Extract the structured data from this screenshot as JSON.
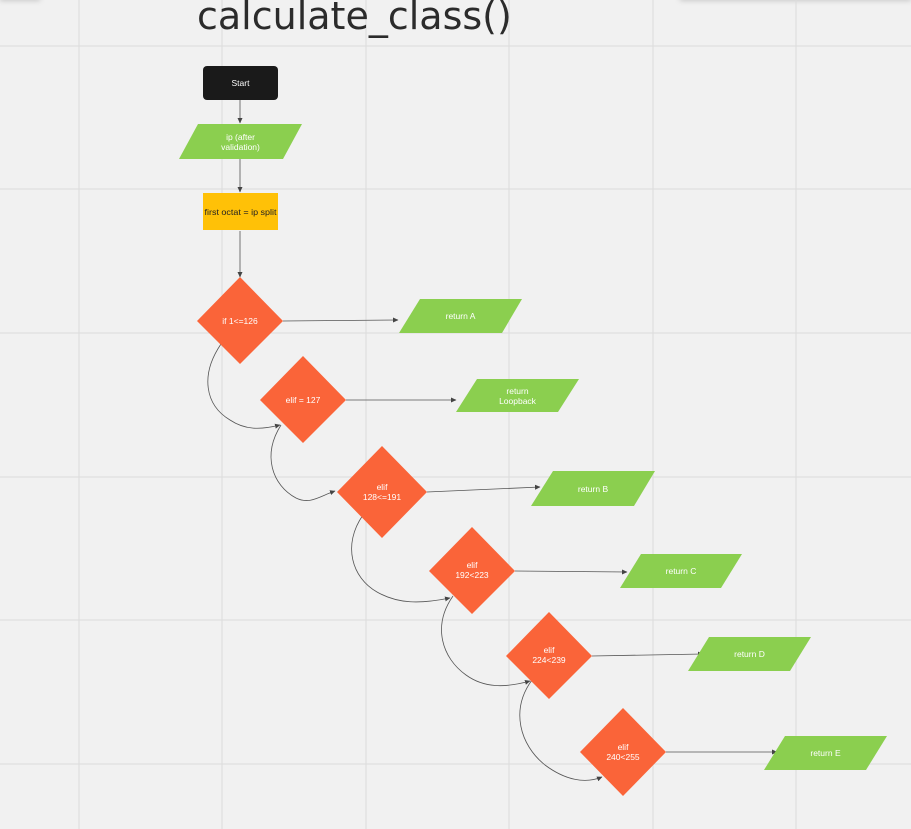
{
  "title": "calculate_class()",
  "colors": {
    "background": "#f1f1f1",
    "grid": "#dcdcdc",
    "start": "#1a1a1a",
    "io": "#8bcf4f",
    "process": "#ffc107",
    "decision": "#fa6439",
    "connector": "#555555"
  },
  "nodes": {
    "start": "Start",
    "input": [
      "ip (after",
      "validation)"
    ],
    "process": "first octat = ip split",
    "decisions": [
      [
        "if 1<=126"
      ],
      [
        "elif = 127"
      ],
      [
        "elif",
        "128<=191"
      ],
      [
        "elif",
        "192<223"
      ],
      [
        "elif",
        "224<239"
      ],
      [
        "elif",
        "240<255"
      ]
    ],
    "outputs": [
      [
        "return A"
      ],
      [
        "return",
        "Loopback"
      ],
      [
        "return B"
      ],
      [
        "return C"
      ],
      [
        "return D"
      ],
      [
        "return E"
      ]
    ]
  }
}
